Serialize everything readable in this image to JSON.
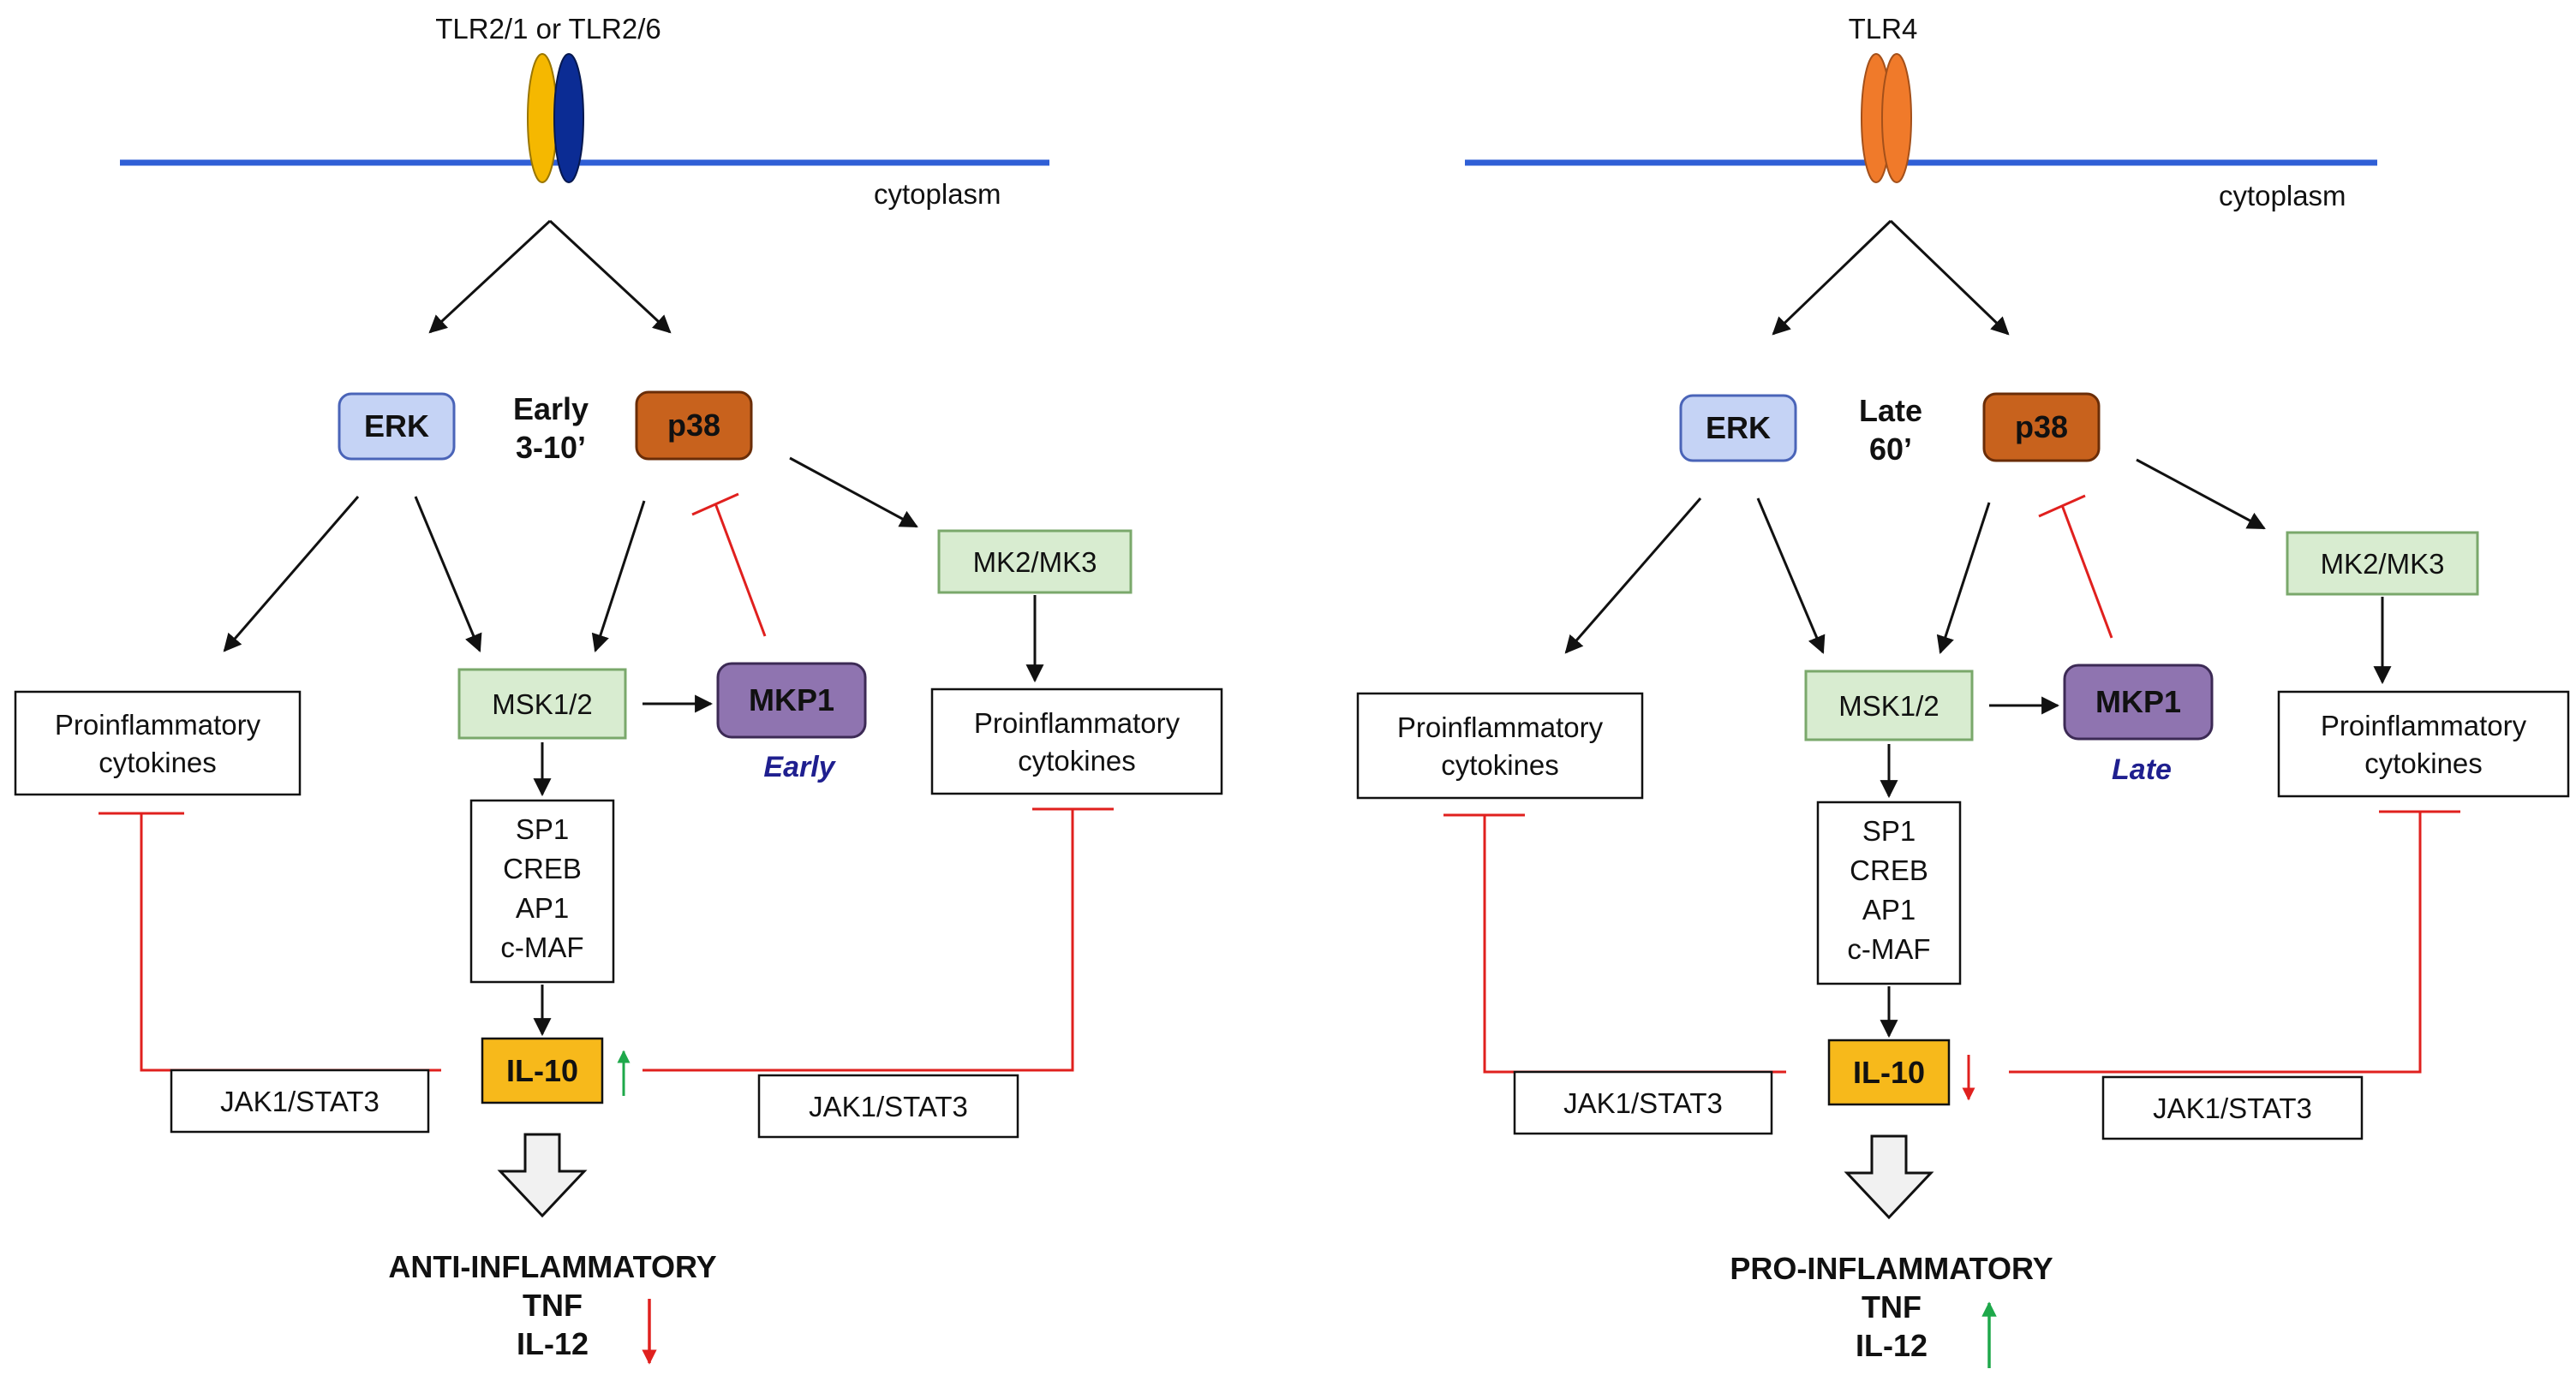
{
  "colors": {
    "membrane": "#2f5fd6",
    "erk_fill": "#c5d3f5",
    "erk_stroke": "#4a64b8",
    "p38_fill": "#c8621d",
    "p38_stroke": "#6a2d08",
    "mk_fill": "#d8ecd0",
    "mk_stroke": "#7aa86b",
    "mkp1_fill": "#8f74b0",
    "mkp1_stroke": "#3c2a55",
    "il10_fill": "#f7b91b",
    "inhibit": "#e0201e",
    "up_arrow": "#1ea84a",
    "down_arrow": "#e0201e",
    "tlr2_left": "#f5b800",
    "tlr2_right": "#0b2c94",
    "tlr4": "#f07a2a"
  },
  "panels": [
    {
      "receptor": "TLR2/1 or TLR2/6",
      "cytoplasm": "cytoplasm",
      "erk": "ERK",
      "timing_top": "Early",
      "timing_bottom": "3-10’",
      "p38": "p38",
      "mk": "MK2/MK3",
      "msk": "MSK1/2",
      "mkp1": "MKP1",
      "mkp1_timing": "Early",
      "cyto_left": [
        "Proinflammatory",
        "cytokines"
      ],
      "cyto_right": [
        "Proinflammatory",
        "cytokines"
      ],
      "tf": [
        "SP1",
        "CREB",
        "AP1",
        "c-MAF"
      ],
      "il10": "IL-10",
      "il10_direction": "up",
      "jak_left": "JAK1/STAT3",
      "jak_right": "JAK1/STAT3",
      "outcome": [
        "ANTI-INFLAMMATORY",
        "TNF",
        "IL-12"
      ],
      "outcome_direction": "down"
    },
    {
      "receptor": "TLR4",
      "cytoplasm": "cytoplasm",
      "erk": "ERK",
      "timing_top": "Late",
      "timing_bottom": "60’",
      "p38": "p38",
      "mk": "MK2/MK3",
      "msk": "MSK1/2",
      "mkp1": "MKP1",
      "mkp1_timing": "Late",
      "cyto_left": [
        "Proinflammatory",
        "cytokines"
      ],
      "cyto_right": [
        "Proinflammatory",
        "cytokines"
      ],
      "tf": [
        "SP1",
        "CREB",
        "AP1",
        "c-MAF"
      ],
      "il10": "IL-10",
      "il10_direction": "down",
      "jak_left": "JAK1/STAT3",
      "jak_right": "JAK1/STAT3",
      "outcome": [
        "PRO-INFLAMMATORY",
        "TNF",
        "IL-12"
      ],
      "outcome_direction": "up"
    }
  ]
}
